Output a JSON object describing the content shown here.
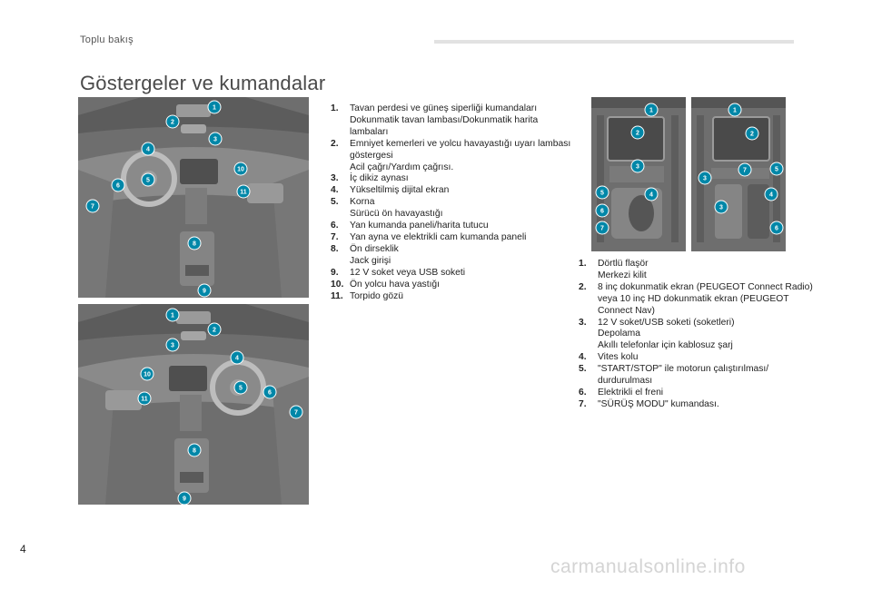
{
  "header": {
    "section": "Toplu bakış"
  },
  "title": "Göstergeler ve kumandalar",
  "page_number": "4",
  "watermark": "carmanualsonline.info",
  "colors": {
    "badge": "#0087a8",
    "figure_bg": "#6b6b6b",
    "header_rule": "#e2e2e2"
  },
  "figures": {
    "left_top_badges": [
      "1",
      "2",
      "3",
      "4",
      "10",
      "5",
      "11",
      "6",
      "7",
      "8",
      "9"
    ],
    "left_bottom_badges": [
      "1",
      "2",
      "3",
      "4",
      "10",
      "5",
      "6",
      "11",
      "7",
      "8",
      "9"
    ],
    "console_a_badges": [
      "1",
      "2",
      "3",
      "5",
      "4",
      "6",
      "7"
    ],
    "console_b_badges": [
      "1",
      "2",
      "3",
      "7",
      "5",
      "4",
      "3",
      "6"
    ]
  },
  "legend_a": [
    {
      "num": "1.",
      "lines": [
        "Tavan perdesi ve güneş siperliği kumandaları",
        "Dokunmatik tavan lambası/Dokunmatik harita lambaları"
      ]
    },
    {
      "num": "2.",
      "lines": [
        "Emniyet kemerleri ve yolcu havayastığı uyarı lambası göstergesi",
        "Acil çağrı/Yardım çağrısı."
      ]
    },
    {
      "num": "3.",
      "lines": [
        "İç dikiz aynası"
      ]
    },
    {
      "num": "4.",
      "lines": [
        "Yükseltilmiş dijital ekran"
      ]
    },
    {
      "num": "5.",
      "lines": [
        "Korna",
        "Sürücü ön havayastığı"
      ]
    },
    {
      "num": "6.",
      "lines": [
        "Yan kumanda paneli/harita tutucu"
      ]
    },
    {
      "num": "7.",
      "lines": [
        "Yan ayna ve elektrikli cam kumanda paneli"
      ]
    },
    {
      "num": "8.",
      "lines": [
        "Ön dirseklik",
        "Jack girişi"
      ]
    },
    {
      "num": "9.",
      "lines": [
        "12 V soket veya USB soketi"
      ]
    },
    {
      "num": "10.",
      "lines": [
        "Ön yolcu hava yastığı"
      ]
    },
    {
      "num": "11.",
      "lines": [
        "Torpido gözü"
      ]
    }
  ],
  "legend_b": [
    {
      "num": "1.",
      "lines": [
        "Dörtlü flaşör",
        "Merkezi kilit"
      ]
    },
    {
      "num": "2.",
      "lines": [
        "8 inç dokunmatik ekran (PEUGEOT Connect Radio) veya 10 inç HD dokunmatik ekran (PEUGEOT Connect Nav)"
      ]
    },
    {
      "num": "3.",
      "lines": [
        "12 V soket/USB soketi (soketleri)",
        "Depolama",
        "Akıllı telefonlar için kablosuz şarj"
      ]
    },
    {
      "num": "4.",
      "lines": [
        "Vites kolu"
      ]
    },
    {
      "num": "5.",
      "lines": [
        "\"START/STOP\" ile motorun çalıştırılması/ durdurulması"
      ]
    },
    {
      "num": "6.",
      "lines": [
        "Elektrikli el freni"
      ]
    },
    {
      "num": "7.",
      "lines": [
        "\"SÜRÜŞ MODU\" kumandası."
      ]
    }
  ]
}
